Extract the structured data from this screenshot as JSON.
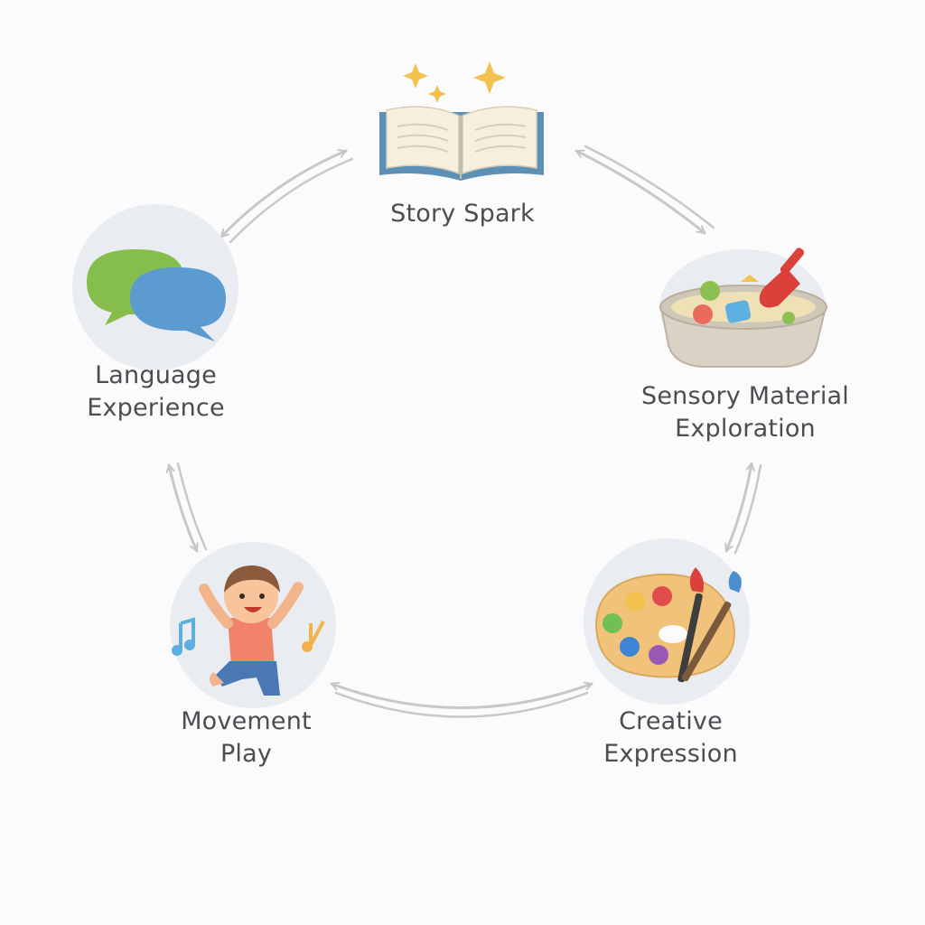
{
  "diagram": {
    "nodes": [
      {
        "id": "story",
        "lines": [
          "Story Spark"
        ],
        "icon": "open-book-icon"
      },
      {
        "id": "sensory",
        "lines": [
          "Sensory Material",
          "Exploration"
        ],
        "icon": "sensory-bin-icon"
      },
      {
        "id": "creative",
        "lines": [
          "Creative",
          "Expression"
        ],
        "icon": "paint-palette-icon"
      },
      {
        "id": "movement",
        "lines": [
          "Movement",
          "Play"
        ],
        "icon": "dancing-child-icon"
      },
      {
        "id": "language",
        "lines": [
          "Language",
          "Experience"
        ],
        "icon": "speech-bubbles-icon"
      }
    ],
    "connections": [
      {
        "from": "story",
        "to": "sensory",
        "direction": "both"
      },
      {
        "from": "sensory",
        "to": "creative",
        "direction": "both"
      },
      {
        "from": "creative",
        "to": "movement",
        "direction": "both"
      },
      {
        "from": "movement",
        "to": "language",
        "direction": "both"
      },
      {
        "from": "language",
        "to": "story",
        "direction": "both"
      }
    ],
    "colors": {
      "background": "#fbfbfb",
      "text": "#4a4d52",
      "arrow": "#c4c6c9",
      "icon_circle": "#e9edf1"
    }
  }
}
